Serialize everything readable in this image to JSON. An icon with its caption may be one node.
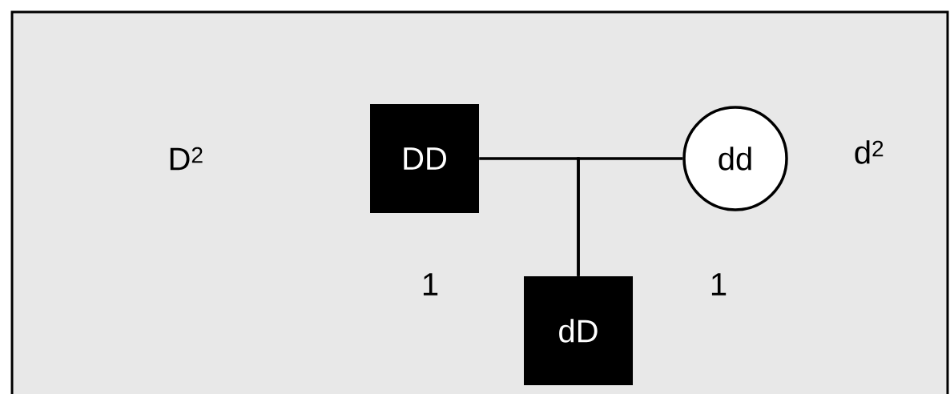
{
  "diagram": {
    "nodes": [
      {
        "text": [
          "DD"
        ]
      },
      {
        "text": [
          "dd"
        ]
      },
      {
        "text": [
          "dD"
        ]
      }
    ],
    "edges": [
      {
        "from": 0,
        "to": 2,
        "arrow": "none"
      },
      {
        "from": 1,
        "to": 2,
        "arrow": "none"
      }
    ],
    "labels": [
      "D$^{2}$",
      "d$^{2}$",
      "1",
      "1"
    ]
  }
}
